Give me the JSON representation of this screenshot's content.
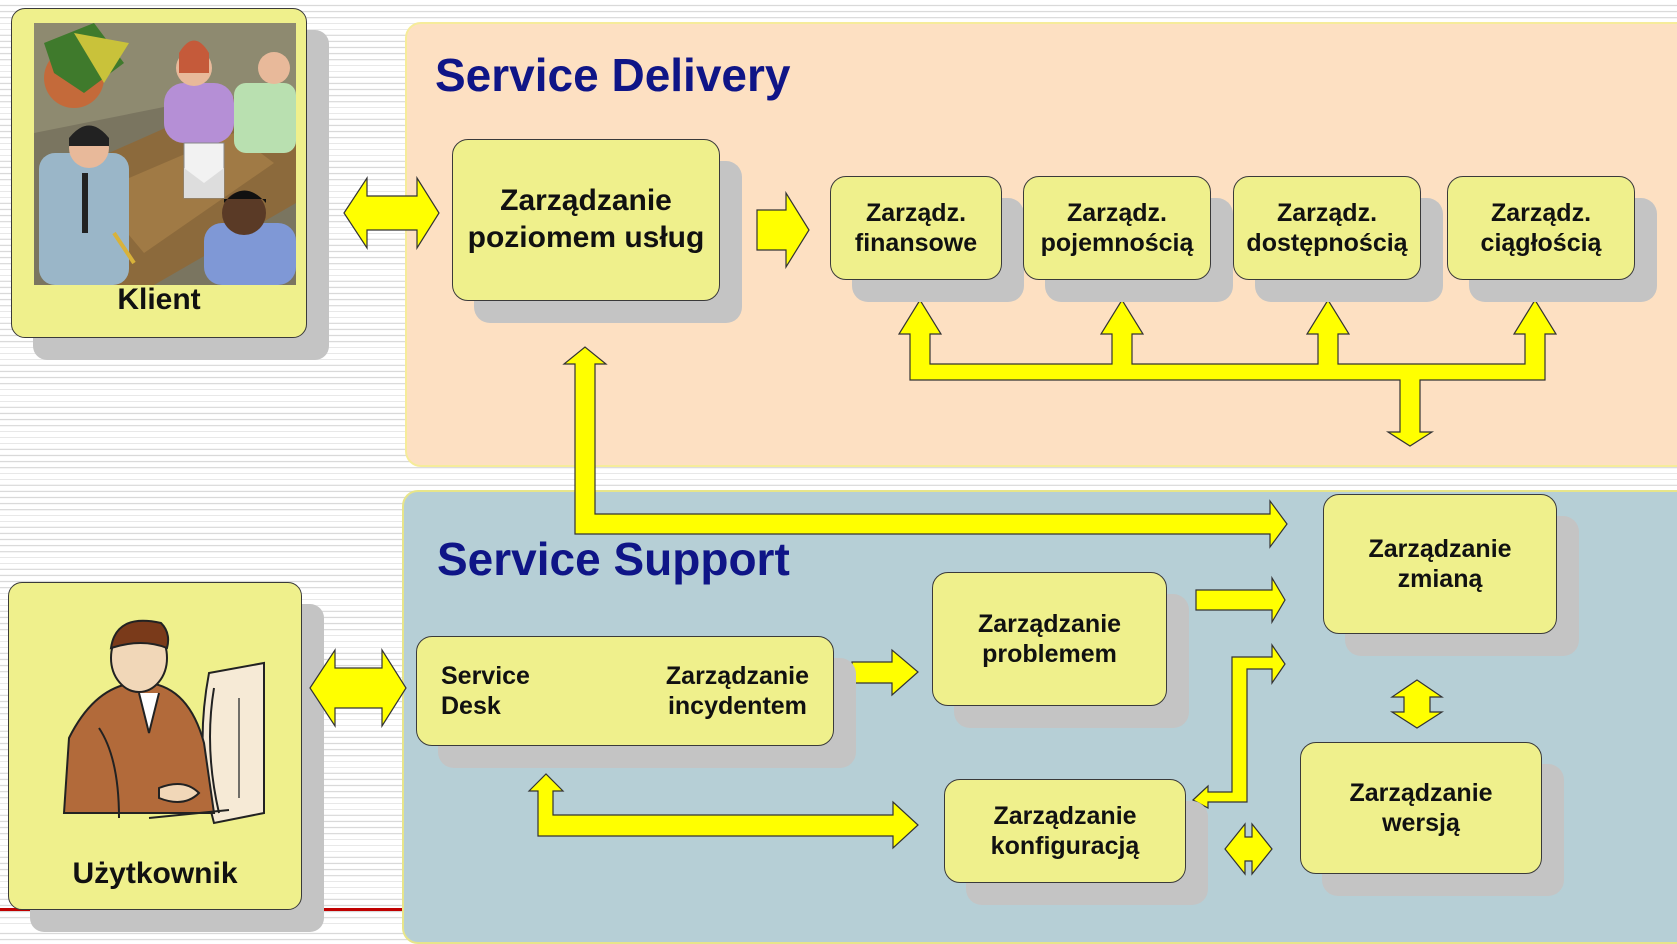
{
  "delivery": {
    "title": "Service Delivery",
    "slm": "Zarządzanie\npoziomem usług",
    "financial": "Zarządz.\nfinansowe",
    "capacity": "Zarządz.\npojemnością",
    "availability": "Zarządz.\ndostępnością",
    "continuity": "Zarządz.\nciągłością"
  },
  "support": {
    "title": "Service Support",
    "service_desk": "Service\nDesk",
    "incident": "Zarządzanie\nincydentem",
    "problem": "Zarządzanie\nproblemem",
    "change": "Zarządzanie\nzmianą",
    "configuration": "Zarządzanie\nkonfiguracją",
    "release": "Zarządzanie\nwersją"
  },
  "actors": {
    "client": "Klient",
    "user": "Użytkownik"
  },
  "colors": {
    "box_fill": "#eff08c",
    "arrow": "#ffff00",
    "title": "#0f1587",
    "delivery_bg": "#fde0c2",
    "support_bg": "#b6cfd6"
  }
}
